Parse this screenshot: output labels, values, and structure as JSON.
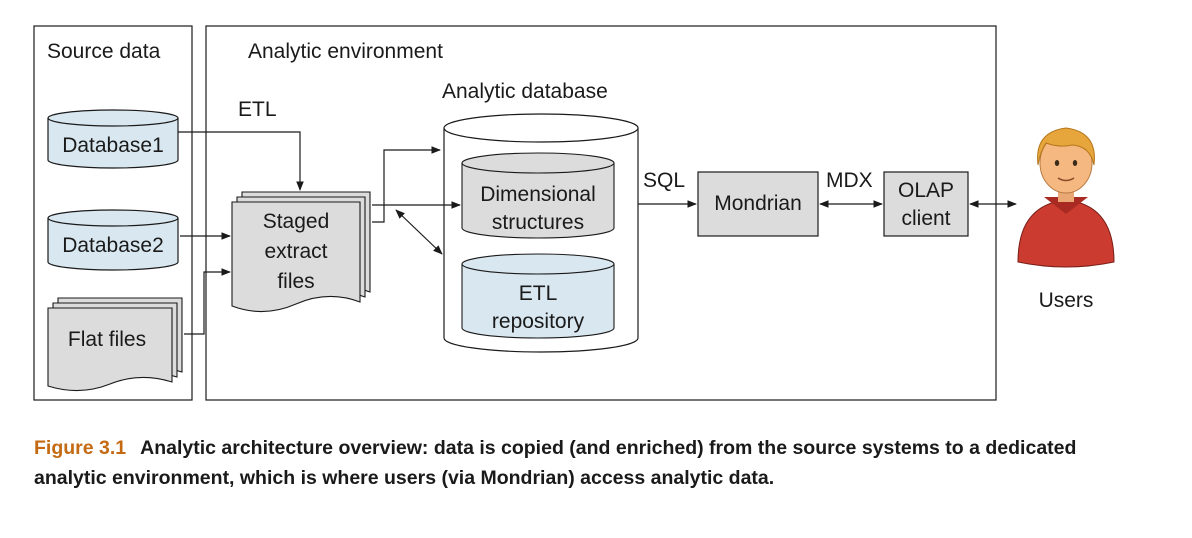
{
  "diagram": {
    "panels": {
      "source": "Source data",
      "analytic": "Analytic environment"
    },
    "etl_label": "ETL",
    "analytic_db_label": "Analytic database",
    "sources": {
      "db1": "Database1",
      "db2": "Database2",
      "flat": "Flat files"
    },
    "staged": [
      "Staged",
      "extract",
      "files"
    ],
    "dimensional": [
      "Dimensional",
      "structures"
    ],
    "etl_repo": [
      "ETL",
      "repository"
    ],
    "sql": "SQL",
    "mondrian": "Mondrian",
    "mdx": "MDX",
    "olap": [
      "OLAP",
      "client"
    ],
    "users": "Users"
  },
  "caption": {
    "label": "Figure 3.1",
    "text": "Analytic architecture overview: data is copied (and enriched) from the source systems to a dedicated analytic environment, which is where users (via Mondrian) access analytic data."
  },
  "colors": {
    "box_fill": "#dcdcdc",
    "cylinder_fill": "#d9e8f0",
    "person_shirt": "#cc3b2f",
    "person_skin": "#f4b880",
    "person_hair": "#e7a63b",
    "caption_label": "#c46a12"
  }
}
